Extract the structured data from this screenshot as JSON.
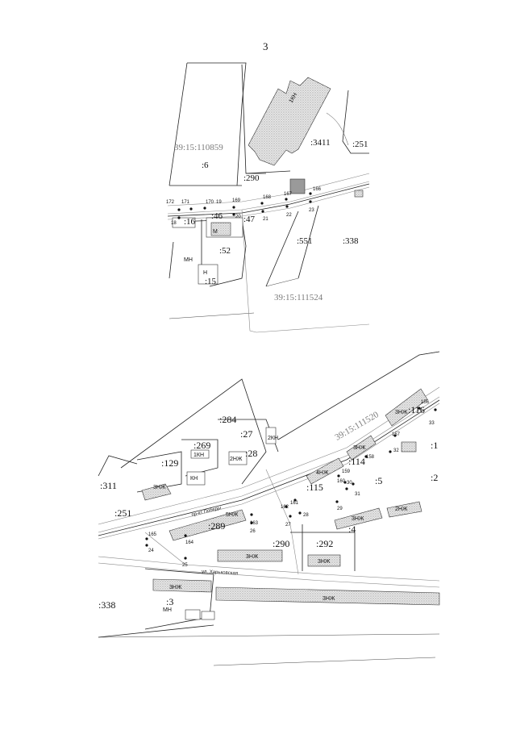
{
  "page_number": "3",
  "map_top": {
    "block_labels": [
      ":110859",
      ":111524"
    ],
    "block_prefix": "39:15",
    "parcels": [
      ":6",
      ":290",
      ":3411",
      ":251",
      ":551",
      ":338",
      ":52",
      ":15",
      ":47",
      ":46",
      ":16"
    ],
    "building_tags": [
      "1КН",
      "Н",
      "МН",
      "М"
    ],
    "points": [
      "172",
      "171",
      "170",
      "19",
      "169",
      "168",
      "167",
      "166",
      "18",
      "20",
      "21",
      "22",
      "23"
    ]
  },
  "map_bottom": {
    "block_label": "39:15:111520",
    "parcels": [
      ":284",
      ":27",
      ":269",
      ":28",
      ":129",
      ":311",
      ":251",
      ":289",
      ":290",
      ":292",
      ":4",
      ":115",
      ":114",
      ":116",
      ":5",
      ":3",
      ":338",
      ":1",
      ":2"
    ],
    "building_tags": [
      "3НЖ",
      "2НЖ",
      "1КН",
      "КН",
      "2КН",
      "4НЖ",
      "5НЖ",
      "МН"
    ],
    "streets": [
      "пр-кт Победы",
      "ул. Харьковская"
    ],
    "points": [
      "165",
      "24",
      "25",
      "26",
      "164",
      "163",
      "162",
      "161",
      "27",
      "28",
      "29",
      "30",
      "31",
      "158",
      "159",
      "160",
      "157",
      "156",
      "32",
      "33"
    ]
  }
}
